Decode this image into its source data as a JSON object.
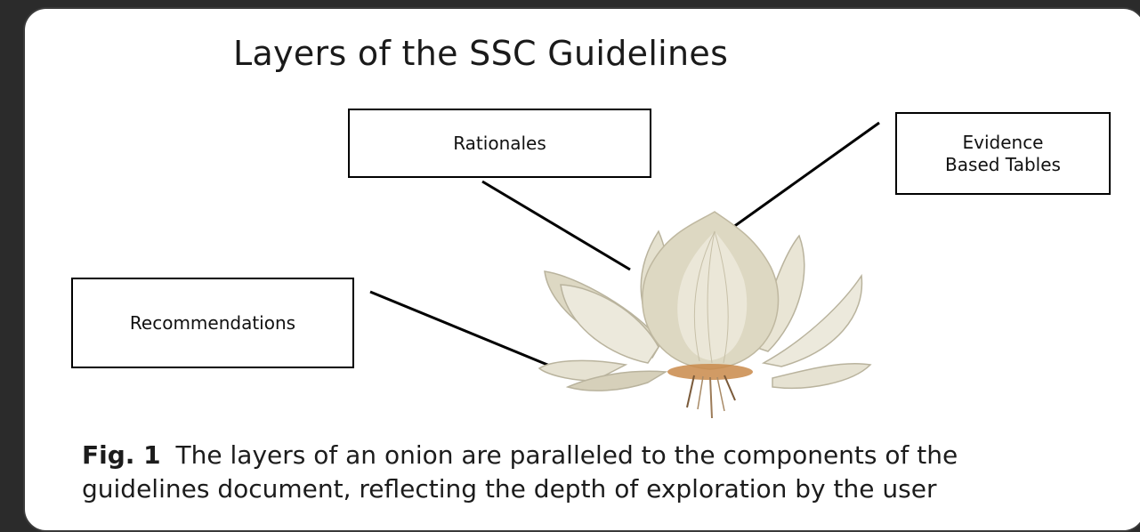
{
  "figure": {
    "title": "Layers of the SSC Guidelines",
    "labels": {
      "rationales": "Rationales",
      "evidence": "Evidence\nBased Tables",
      "recommendations": "Recommendations"
    },
    "caption": {
      "fig_label": "Fig. 1",
      "line1": "The layers of an onion are paralleled to the components of the",
      "line2": "guidelines document, reflecting the depth of exploration by the user"
    }
  },
  "colors": {
    "background": "#2b2b2b",
    "panel": "#ffffff",
    "onion_outer": "#e4e0cf",
    "onion_inner": "#d8d3bd",
    "onion_root": "#c98a4a"
  },
  "icons": {
    "illustration": "onion-illustration"
  }
}
